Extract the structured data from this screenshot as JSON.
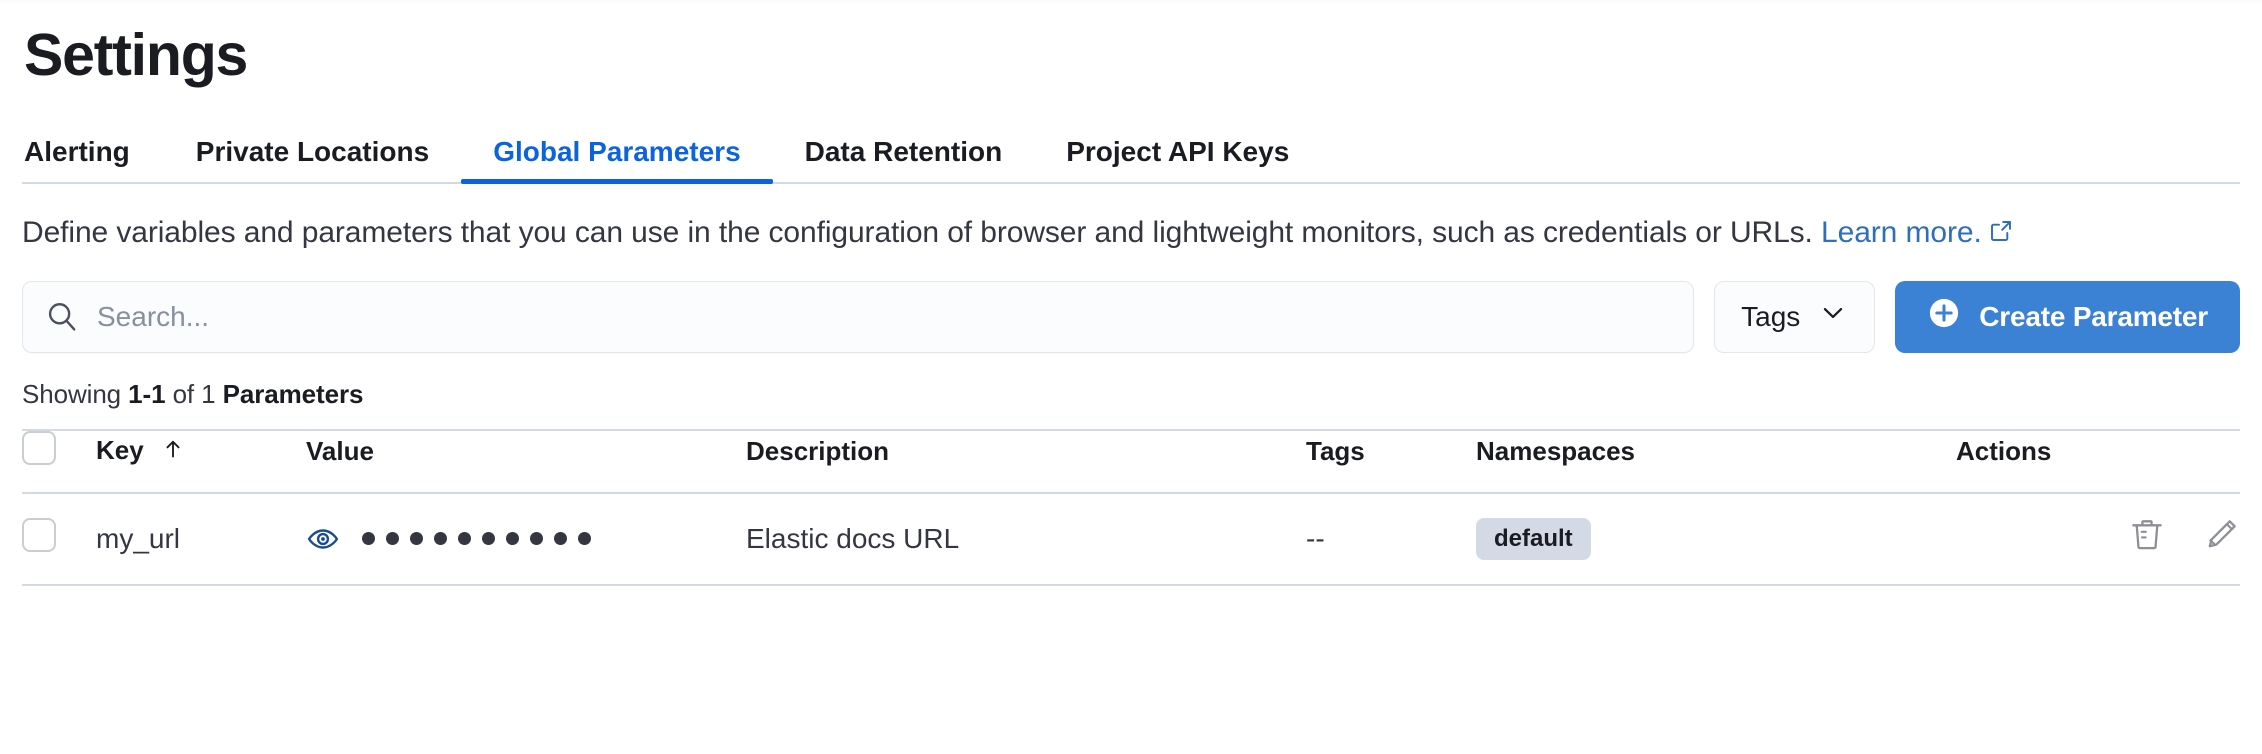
{
  "page": {
    "title": "Settings"
  },
  "tabs": [
    {
      "label": "Alerting",
      "active": false
    },
    {
      "label": "Private Locations",
      "active": false
    },
    {
      "label": "Global Parameters",
      "active": true
    },
    {
      "label": "Data Retention",
      "active": false
    },
    {
      "label": "Project API Keys",
      "active": false
    }
  ],
  "description": {
    "text": "Define variables and parameters that you can use in the configuration of browser and lightweight monitors, such as credentials or URLs. ",
    "link_text": "Learn more.",
    "external_icon": "external-link-icon"
  },
  "controls": {
    "search": {
      "placeholder": "Search...",
      "value": "",
      "icon": "search-icon"
    },
    "tags_filter": {
      "label": "Tags",
      "icon": "chevron-down-icon"
    },
    "create_button": {
      "label": "Create Parameter",
      "icon": "plus-circle-icon"
    }
  },
  "results": {
    "prefix": "Showing ",
    "range": "1-1",
    "middle": " of 1 ",
    "entity": "Parameters"
  },
  "table": {
    "columns": [
      {
        "key": "select",
        "label": ""
      },
      {
        "key": "key",
        "label": "Key",
        "sort": "asc",
        "sort_icon": "arrow-up-icon"
      },
      {
        "key": "value",
        "label": "Value"
      },
      {
        "key": "description",
        "label": "Description"
      },
      {
        "key": "tags",
        "label": "Tags"
      },
      {
        "key": "namespaces",
        "label": "Namespaces"
      },
      {
        "key": "actions",
        "label": "Actions"
      }
    ],
    "rows": [
      {
        "selected": false,
        "key": "my_url",
        "value_masked": true,
        "value_dots": 10,
        "value_toggle_icon": "eye-icon",
        "description": "Elastic docs URL",
        "tags": "--",
        "namespaces": [
          "default"
        ],
        "actions": [
          {
            "name": "delete",
            "icon": "trash-icon"
          },
          {
            "name": "edit",
            "icon": "pencil-icon"
          }
        ]
      }
    ]
  },
  "colors": {
    "accent_blue": "#0b64dd",
    "button_blue": "#3b82d4",
    "link_blue": "#2f6fb8",
    "text": "#343741",
    "heading": "#1a1c21",
    "border": "#d3dae6",
    "badge_bg": "#d3dae6"
  }
}
